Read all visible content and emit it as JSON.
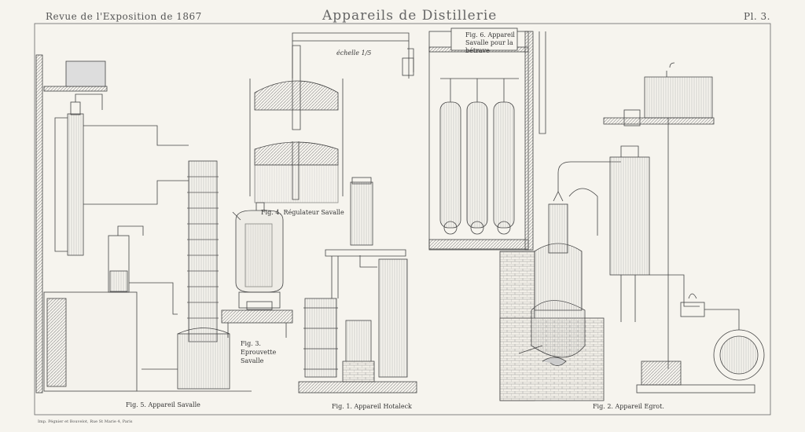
{
  "header": {
    "left": "Revue de l'Exposition de 1867",
    "center": "Appareils de Distillerie",
    "right": "Pl. 3."
  },
  "captions": {
    "fig1": "Fig. 1. Appareil Hotaleck",
    "fig2": "Fig. 2. Appareil Egrot.",
    "fig3": "Fig. 3. Eprouvette Savalle",
    "fig4": "Fig. 4. Régulateur Savalle",
    "fig5": "Fig. 5. Appareil Savalle",
    "fig6": "Fig. 6. Appareil Savalle pour la bétrave",
    "scale": "échelle 1/5"
  },
  "footer": "Imp. Pégnier et Bouvelot, Rue St Marie 4, Paris"
}
